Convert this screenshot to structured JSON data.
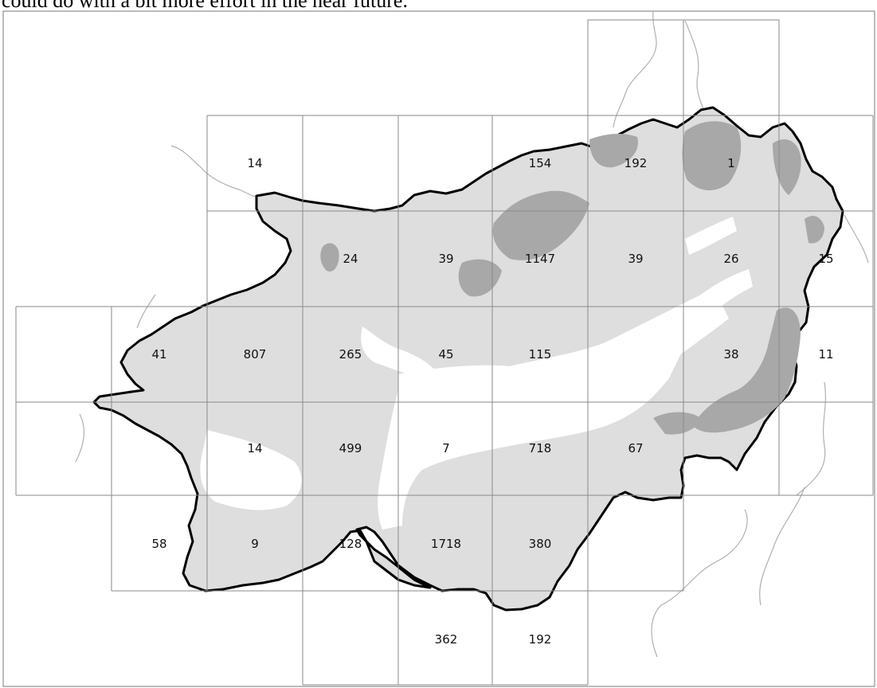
{
  "caption": "could do with a bit more effort in the near future.",
  "colors": {
    "lowland": "#ffffff",
    "upland": "#dedede",
    "highland": "#a8a8a8",
    "border": "#000000",
    "grid": "#8a8a8a",
    "river": "#b0b0b0"
  },
  "cells": [
    {
      "id": "r0c6",
      "count": ""
    },
    {
      "id": "r0c7",
      "count": ""
    },
    {
      "id": "r1c2",
      "count": "14"
    },
    {
      "id": "r1c5",
      "count": "154"
    },
    {
      "id": "r1c6",
      "count": "192"
    },
    {
      "id": "r1c7",
      "count": "1"
    },
    {
      "id": "r2c3",
      "count": "24"
    },
    {
      "id": "r2c4",
      "count": "39"
    },
    {
      "id": "r2c5",
      "count": "1147"
    },
    {
      "id": "r2c6",
      "count": "39"
    },
    {
      "id": "r2c7",
      "count": "26"
    },
    {
      "id": "r2c8",
      "count": "15"
    },
    {
      "id": "r3c0",
      "count": ""
    },
    {
      "id": "r3c1",
      "count": "41"
    },
    {
      "id": "r3c2",
      "count": "807"
    },
    {
      "id": "r3c3",
      "count": "265"
    },
    {
      "id": "r3c4",
      "count": "45"
    },
    {
      "id": "r3c5",
      "count": "115"
    },
    {
      "id": "r3c7",
      "count": "38"
    },
    {
      "id": "r3c8",
      "count": "11"
    },
    {
      "id": "r4c2",
      "count": "14"
    },
    {
      "id": "r4c3",
      "count": "499"
    },
    {
      "id": "r4c4",
      "count": "7"
    },
    {
      "id": "r4c5",
      "count": "718"
    },
    {
      "id": "r4c6",
      "count": "67"
    },
    {
      "id": "r5c1",
      "count": "58"
    },
    {
      "id": "r5c2",
      "count": "9"
    },
    {
      "id": "r5c3",
      "count": "128"
    },
    {
      "id": "r5c4",
      "count": "1718"
    },
    {
      "id": "r5c5",
      "count": "380"
    },
    {
      "id": "r6c4",
      "count": "362"
    },
    {
      "id": "r6c5",
      "count": "192"
    }
  ]
}
